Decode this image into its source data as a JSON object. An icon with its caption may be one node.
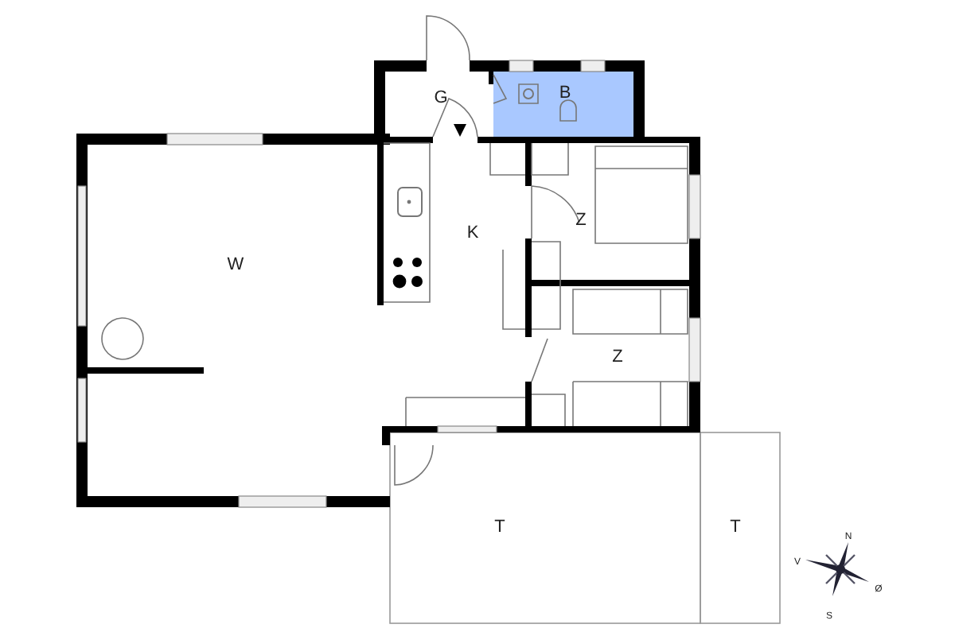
{
  "diagram": {
    "labels": [
      "G",
      "B",
      "W",
      "K",
      "Z",
      "Z",
      "T",
      "T",
      "N",
      "V",
      "Ø",
      "S"
    ]
  }
}
